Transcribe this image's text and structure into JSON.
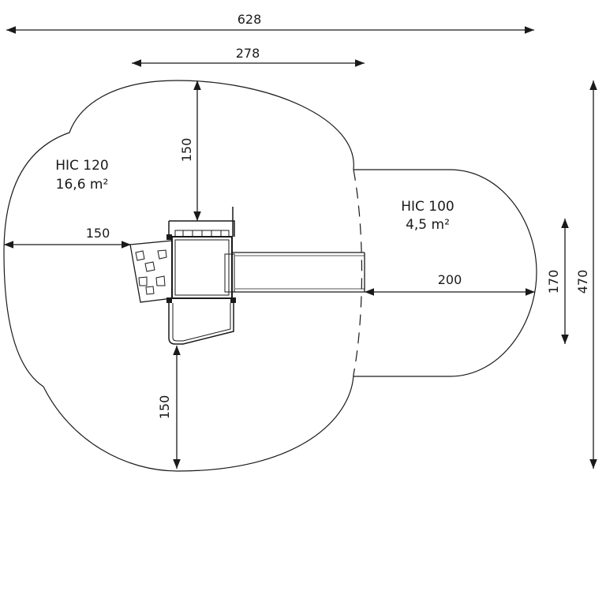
{
  "dimensions": {
    "overall_width": "628",
    "structure_width": "278",
    "left_clearance_width": "150",
    "top_clearance_height": "150",
    "bottom_clearance_height": "150",
    "right_zone_length": "200",
    "right_zone_height": "170",
    "overall_height": "470"
  },
  "zones": {
    "left": {
      "hic": "HIC 120",
      "area": "16,6 m²"
    },
    "right": {
      "hic": "HIC 100",
      "area": "4,5 m²"
    }
  },
  "colors": {
    "line": "#1a1a1a",
    "background": "#ffffff"
  }
}
